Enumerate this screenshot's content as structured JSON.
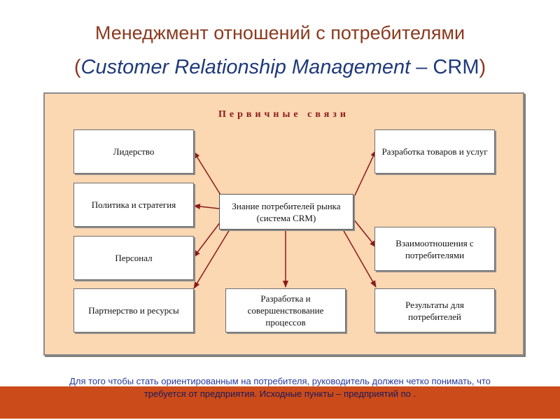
{
  "title_line1": "Менеджмент отношений с потребителями",
  "title_line2": {
    "open_paren": "(",
    "english": "Customer Relationship Management",
    "dash_crm": " – CRM",
    "close_paren": ")"
  },
  "diagram": {
    "panel_title": "Первичные связи",
    "center_label": "Знание потребителей рынка (система CRM)",
    "left_boxes": {
      "leadership": "Лидерство",
      "policy": "Политика и стратегия",
      "personnel": "Персонал",
      "partnership": "Партнерство и ресурсы"
    },
    "bottom_box": "Разработка и совершенствование процессов",
    "right_boxes": {
      "products": "Разработка товаров и услуг",
      "relations": "Взаимоотношения с потребителями",
      "results": "Результаты для потребителей"
    },
    "arrow_color": "#8b1a1a"
  },
  "footer": {
    "line1": "Для того чтобы стать ориентированным на потребителя, руководитель должен четко понимать, что",
    "line2_a": "требуется от предприятия. Исходные пункты –",
    "line2_hl1": "",
    "line2_b": "предприятий по",
    "line2_hl2": "",
    "line2_c": "."
  },
  "colors": {
    "title": "#8b3a1f",
    "english": "#1f3a7a",
    "panel_bg": "#fbd7b2",
    "footer_bar": "#cc4b1a"
  }
}
